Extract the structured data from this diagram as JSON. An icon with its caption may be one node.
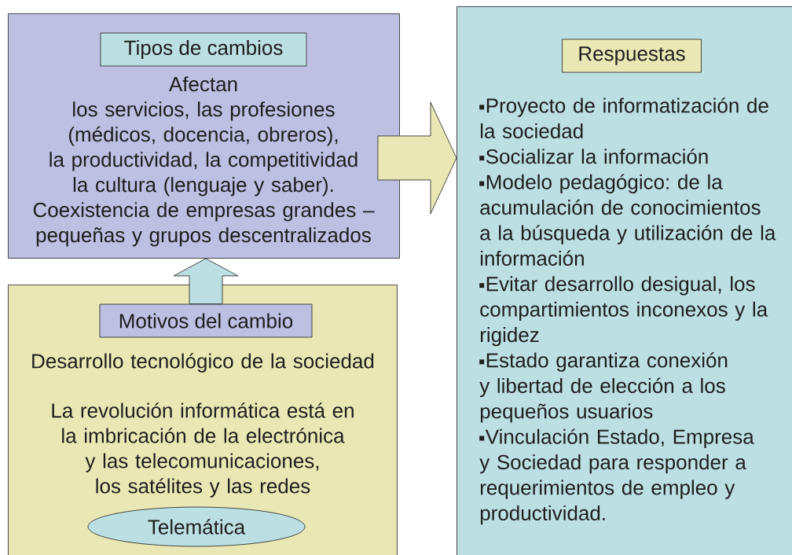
{
  "diagram": {
    "nodes": [
      {
        "text": [
          "Afectan",
          "los servicios, las profesiones",
          "(médicos, docencia, obreros),",
          "la productividad, la competitividad",
          "la cultura (lenguaje y saber).",
          "Coexistencia de empresas grandes – pequeñas y grupos descentralizados"
        ]
      },
      {
        "text": [
          "Tipos de cambios"
        ],
        "in": 0
      },
      {
        "text": [
          "Desarrollo tecnológico de la sociedad",
          "La revolución informática está en la imbricación de la electrónica y las telecomunicaciones, los satélites y las redes"
        ]
      },
      {
        "text": [
          "Motivos del cambio"
        ],
        "in": 2
      },
      {
        "text": [
          "Telemática"
        ],
        "in": 2
      },
      {
        "text": [
          "Proyecto de informatización de la sociedad",
          "Socializar la información",
          "Modelo pedagógico: de la acumulación de conocimientos a la búsqueda y utilización de la información",
          "Evitar desarrollo desigual, los compartimientos inconexos y la rigidez",
          "Estado garantiza conexión y libertad de elección a los pequeños usuarios",
          "Vinculación Estado, Empresa y Sociedad para responder a requerimientos de empleo y productividad."
        ]
      },
      {
        "text": [
          "Respuestas"
        ],
        "in": 5
      }
    ],
    "edges": [
      {
        "from": 3,
        "to": 0,
        "arrow": "to",
        "color": "#bcdfe3"
      },
      {
        "from": 0,
        "to": 5,
        "arrow": "to",
        "color": "#e9e8b4"
      }
    ]
  }
}
